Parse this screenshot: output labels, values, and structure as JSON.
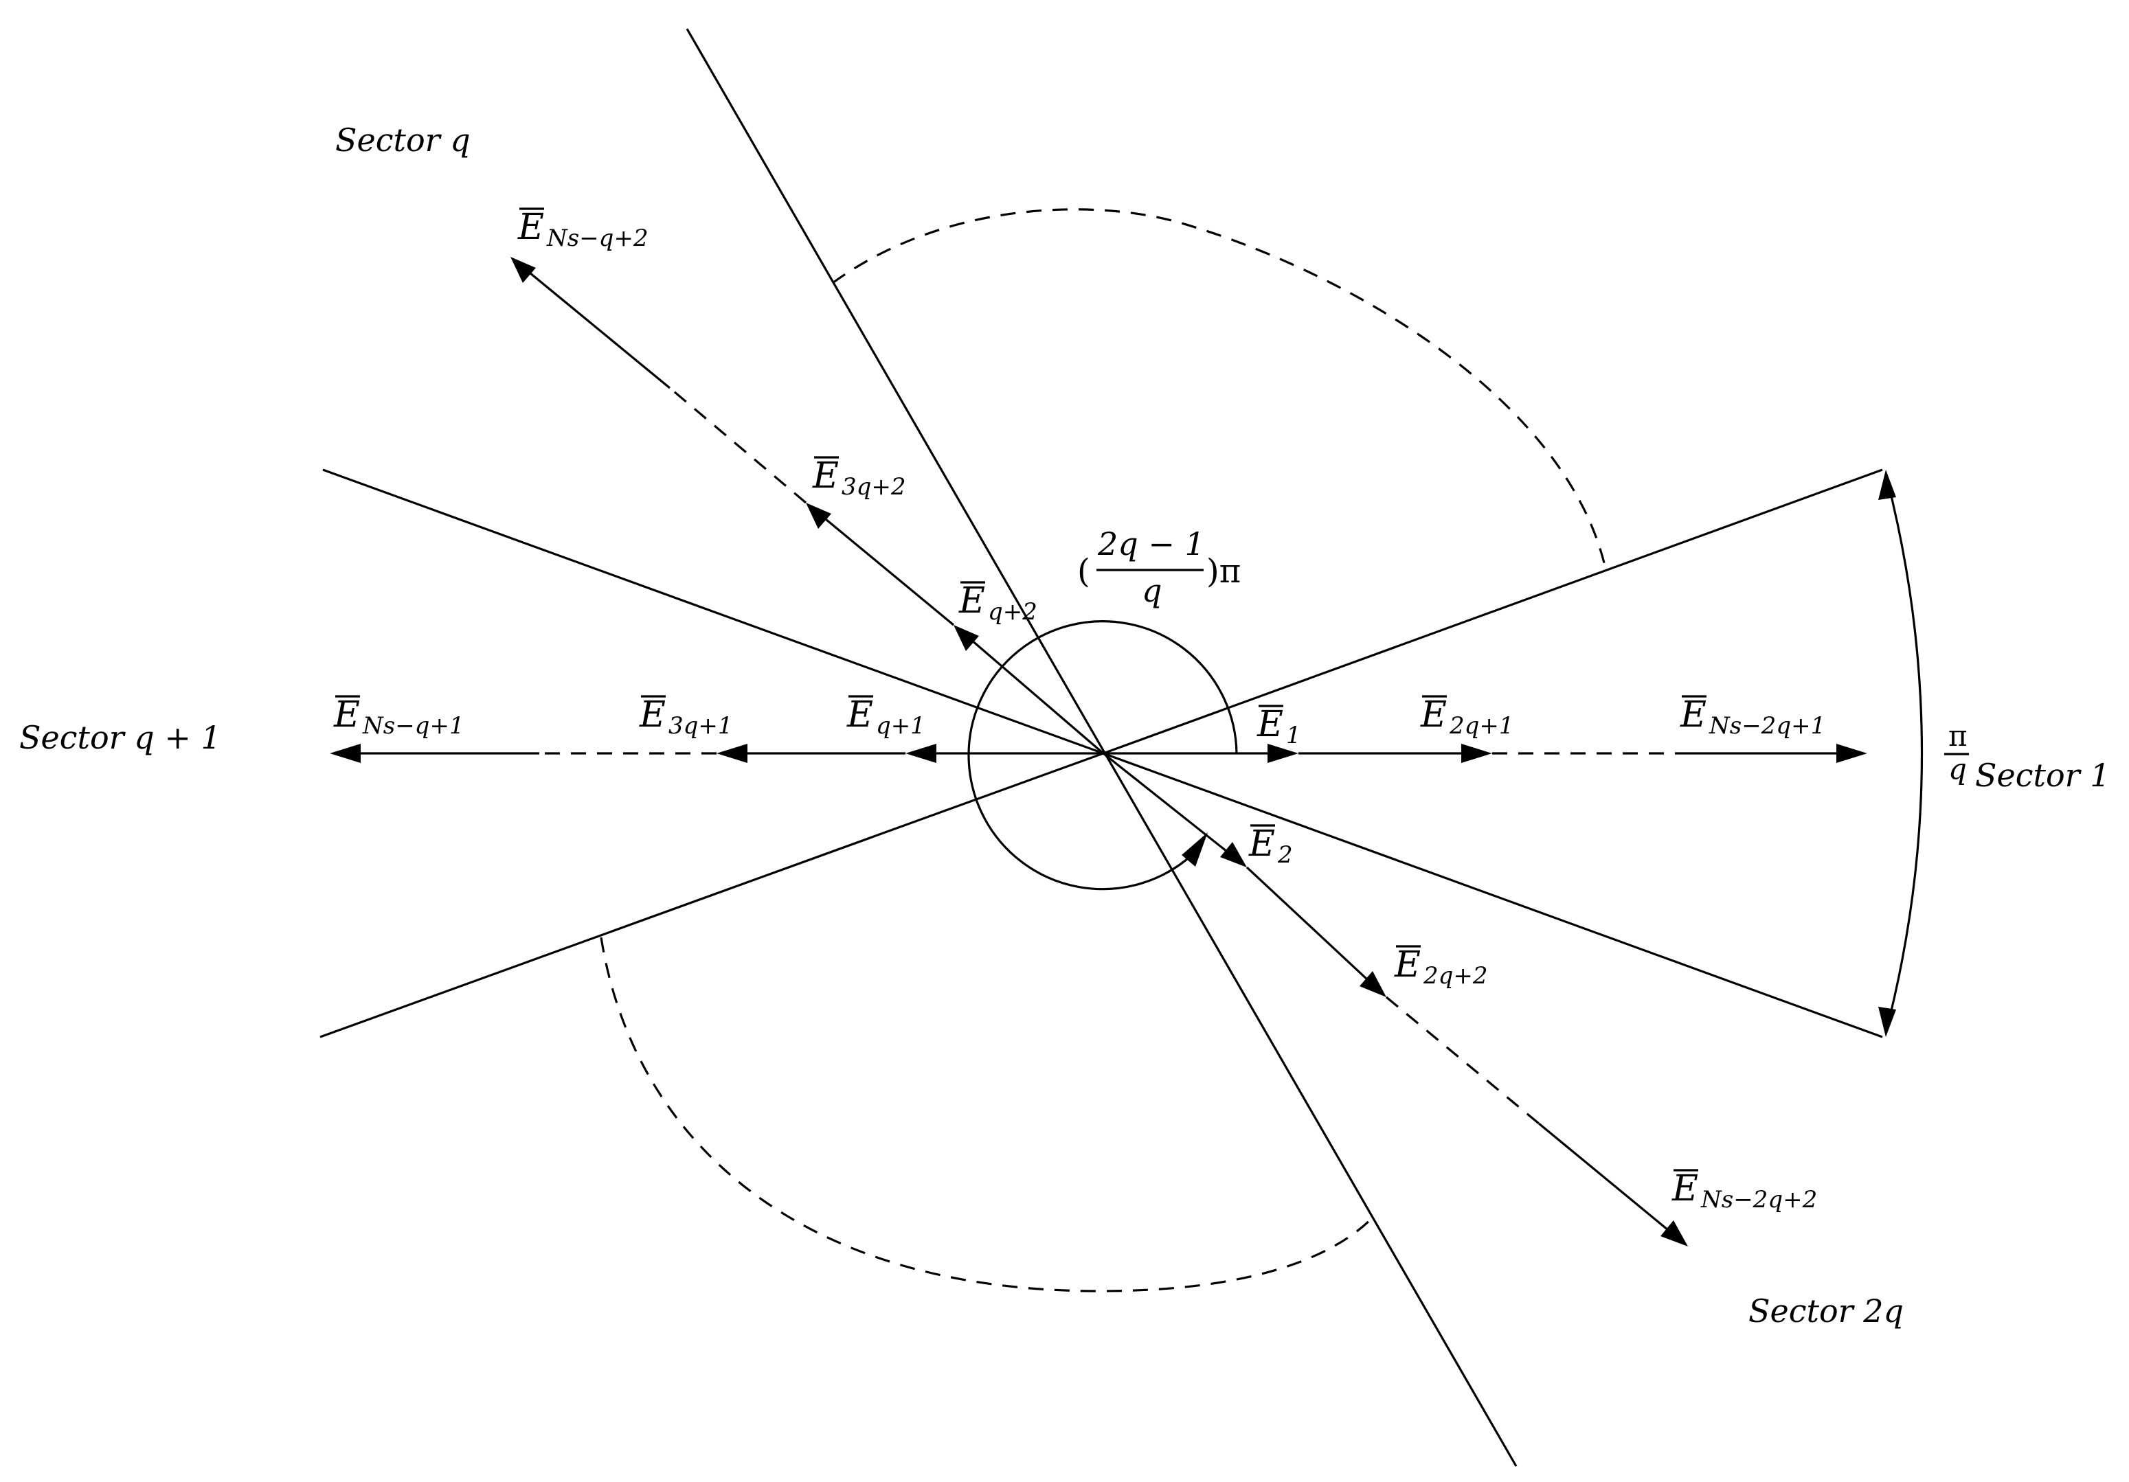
{
  "sectors": {
    "s1": "Sector 1",
    "sq": "Sector q",
    "sq1": "Sector q + 1",
    "s2q": "Sector 2q"
  },
  "vectors": {
    "e1": {
      "base": "E",
      "sub": "1"
    },
    "e2": {
      "base": "E",
      "sub": "2"
    },
    "e2q1": {
      "base": "E",
      "sub": "2q+1"
    },
    "eNs2q1": {
      "base": "E",
      "sub": "Ns−2q+1"
    },
    "e2q2": {
      "base": "E",
      "sub": "2q+2"
    },
    "eNs2q2": {
      "base": "E",
      "sub": "Ns−2q+2"
    },
    "eq1": {
      "base": "E",
      "sub": "q+1"
    },
    "e3q1": {
      "base": "E",
      "sub": "3q+1"
    },
    "eNsq1": {
      "base": "E",
      "sub": "Ns−q+1"
    },
    "eq2": {
      "base": "E",
      "sub": "q+2"
    },
    "e3q2": {
      "base": "E",
      "sub": "3q+2"
    },
    "eNsq2": {
      "base": "E",
      "sub": "Ns−q+2"
    }
  },
  "angles": {
    "big": {
      "open": "(",
      "num": "2q − 1",
      "den": "q",
      "close": ")π"
    },
    "small": {
      "num": "π",
      "den": "q"
    }
  }
}
